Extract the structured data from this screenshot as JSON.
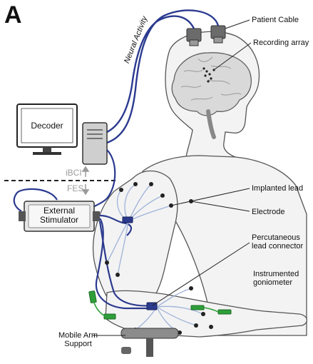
{
  "panel_label": "A",
  "labels": {
    "patient_cable": "Patient Cable",
    "recording_array": "Recording array",
    "neural_activity": "Neural Activity",
    "decoder": "Decoder",
    "ibci": "iBCI",
    "fes": "FES",
    "external_stimulator_line1": "External",
    "external_stimulator_line2": "Stimulator",
    "implanted_lead": "Implanted lead",
    "electrode": "Electrode",
    "percutaneous_line1": "Percutaneous",
    "percutaneous_line2": "lead connector",
    "goniometer_line1": "Instrumented",
    "goniometer_line2": "goniometer",
    "mobile_arm_line1": "Mobile Arm",
    "mobile_arm_line2": "Support"
  },
  "colors": {
    "cable": "#2b3a8f",
    "lead": "#9fb3d9",
    "goniometer": "#2f9e3a",
    "body_fill": "#f2f2f2",
    "outline": "#444444"
  }
}
